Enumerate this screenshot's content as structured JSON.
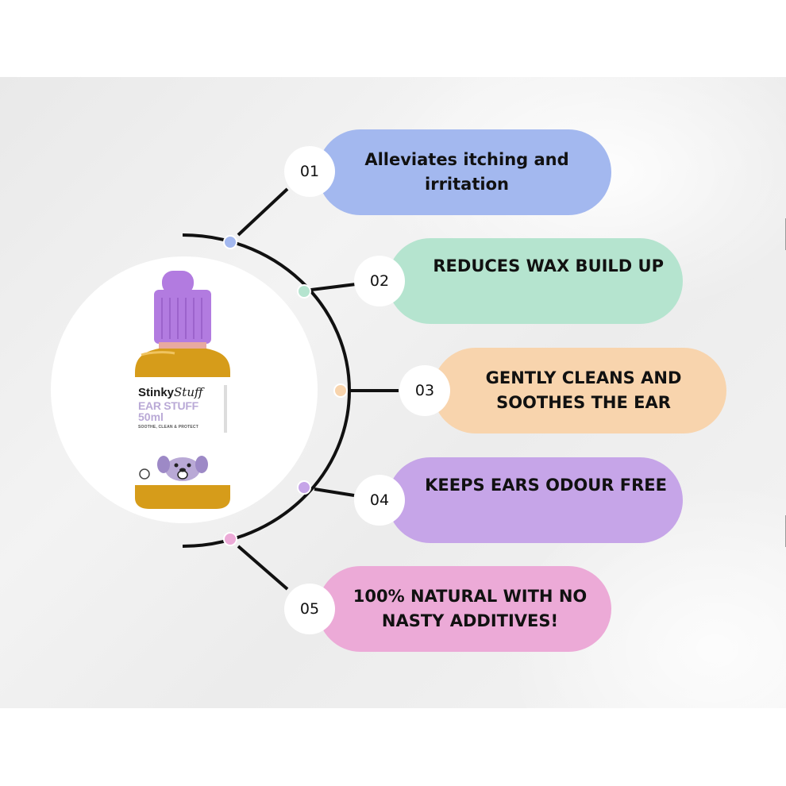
{
  "brand": {
    "name_bold": "Stinky",
    "name_script": "Stuff",
    "product_name": "EAR STUFF",
    "product_size": "50ml",
    "tagline": "SOOTHE, CLEAN & PROTECT"
  },
  "colors": {
    "accent_1": "#a3b8ef",
    "accent_2": "#b5e4cf",
    "accent_3": "#f8d4ad",
    "accent_4": "#c6a5e8",
    "accent_5": "#ecaad7",
    "cap": "#b27be0",
    "liquid": "#d69c1a"
  },
  "benefits": [
    {
      "number": "01",
      "text_line1": "Alleviates itching and",
      "text_line2": "irritation"
    },
    {
      "number": "02",
      "text_line1": "REDUCES WAX BUILD UP",
      "text_line2": ""
    },
    {
      "number": "03",
      "text_line1": "GENTLY CLEANS AND",
      "text_line2": "SOOTHES THE EAR"
    },
    {
      "number": "04",
      "text_line1": "KEEPS EARS ODOUR FREE",
      "text_line2": ""
    },
    {
      "number": "05",
      "text_line1": "100% NATURAL WITH NO",
      "text_line2": "NASTY ADDITIVES!"
    }
  ]
}
